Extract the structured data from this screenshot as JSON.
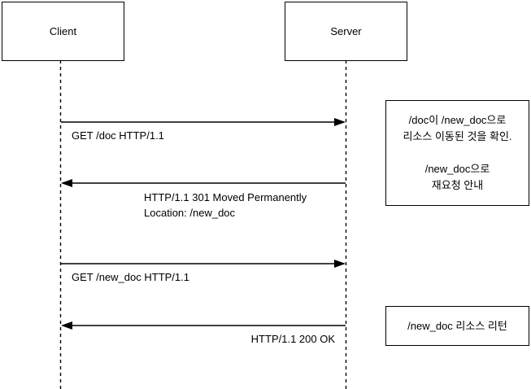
{
  "diagram": {
    "type": "sequence-diagram",
    "line_color": "#000000",
    "background_color": "#ffffff",
    "actors": [
      {
        "label": "Client"
      },
      {
        "label": "Server"
      }
    ],
    "messages": [
      {
        "from": "Client",
        "to": "Server",
        "direction": "right",
        "lines": [
          "GET /doc HTTP/1.1"
        ]
      },
      {
        "from": "Server",
        "to": "Client",
        "direction": "left",
        "lines": [
          "HTTP/1.1 301 Moved Permanently",
          "Location: /new_doc"
        ]
      },
      {
        "from": "Client",
        "to": "Server",
        "direction": "right",
        "lines": [
          "GET /new_doc HTTP/1.1"
        ]
      },
      {
        "from": "Server",
        "to": "Client",
        "direction": "left",
        "lines": [
          "HTTP/1.1 200 OK"
        ]
      }
    ],
    "notes": [
      {
        "lines": [
          "/doc이 /new_doc으로",
          "리소스 이동된 것을 확인.",
          "",
          "/new_doc으로",
          "재요청 안내"
        ]
      },
      {
        "lines": [
          "/new_doc 리소스 리턴"
        ]
      }
    ]
  }
}
